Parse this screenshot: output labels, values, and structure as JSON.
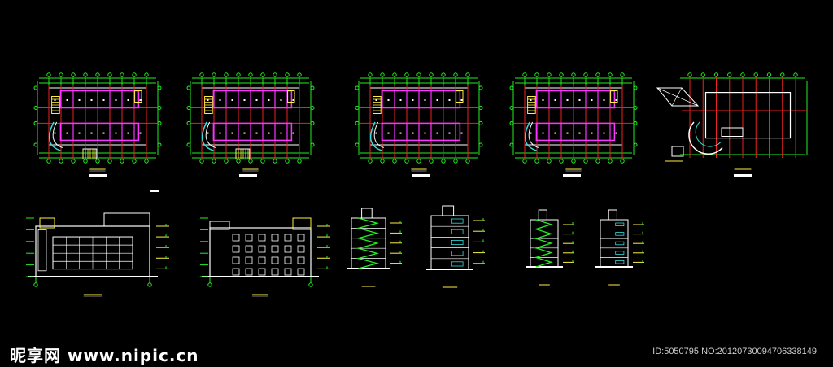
{
  "watermark": {
    "logo_text": "昵享网 www.nipic.cn",
    "id_text": "ID:5050795 NO:20120730094706338149"
  },
  "colors": {
    "background": "#000000",
    "axis_green": "#22ee22",
    "grid_red": "#ee2222",
    "wall_magenta": "#ff33ff",
    "line_white": "#ffffff",
    "accent_yellow": "#ffee44",
    "accent_cyan": "#33dddd"
  },
  "drawing": {
    "floor_plans": 5,
    "elevations": 2,
    "sections": 4
  }
}
